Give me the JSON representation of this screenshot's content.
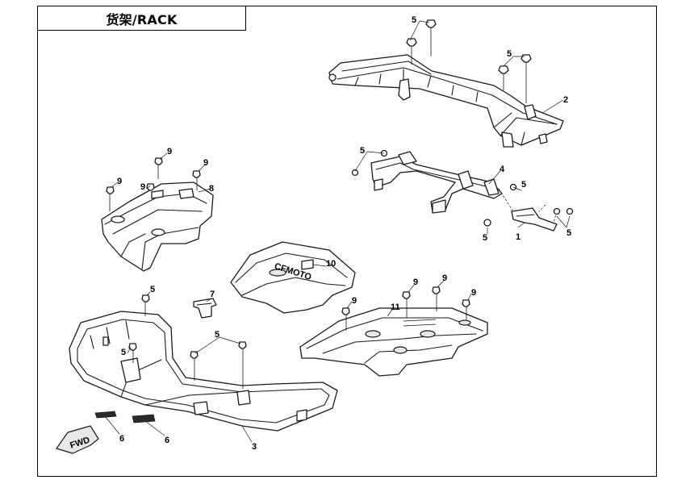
{
  "title": "货架/RACK",
  "callouts": {
    "c1": "1",
    "c2": "2",
    "c3": "3",
    "c4": "4",
    "c5": "5",
    "c6": "6",
    "c7": "7",
    "c8": "8",
    "c9": "9",
    "c10": "10",
    "c11": "11"
  },
  "labels": {
    "brand": "CFMOTO",
    "fwd": "FWD"
  }
}
